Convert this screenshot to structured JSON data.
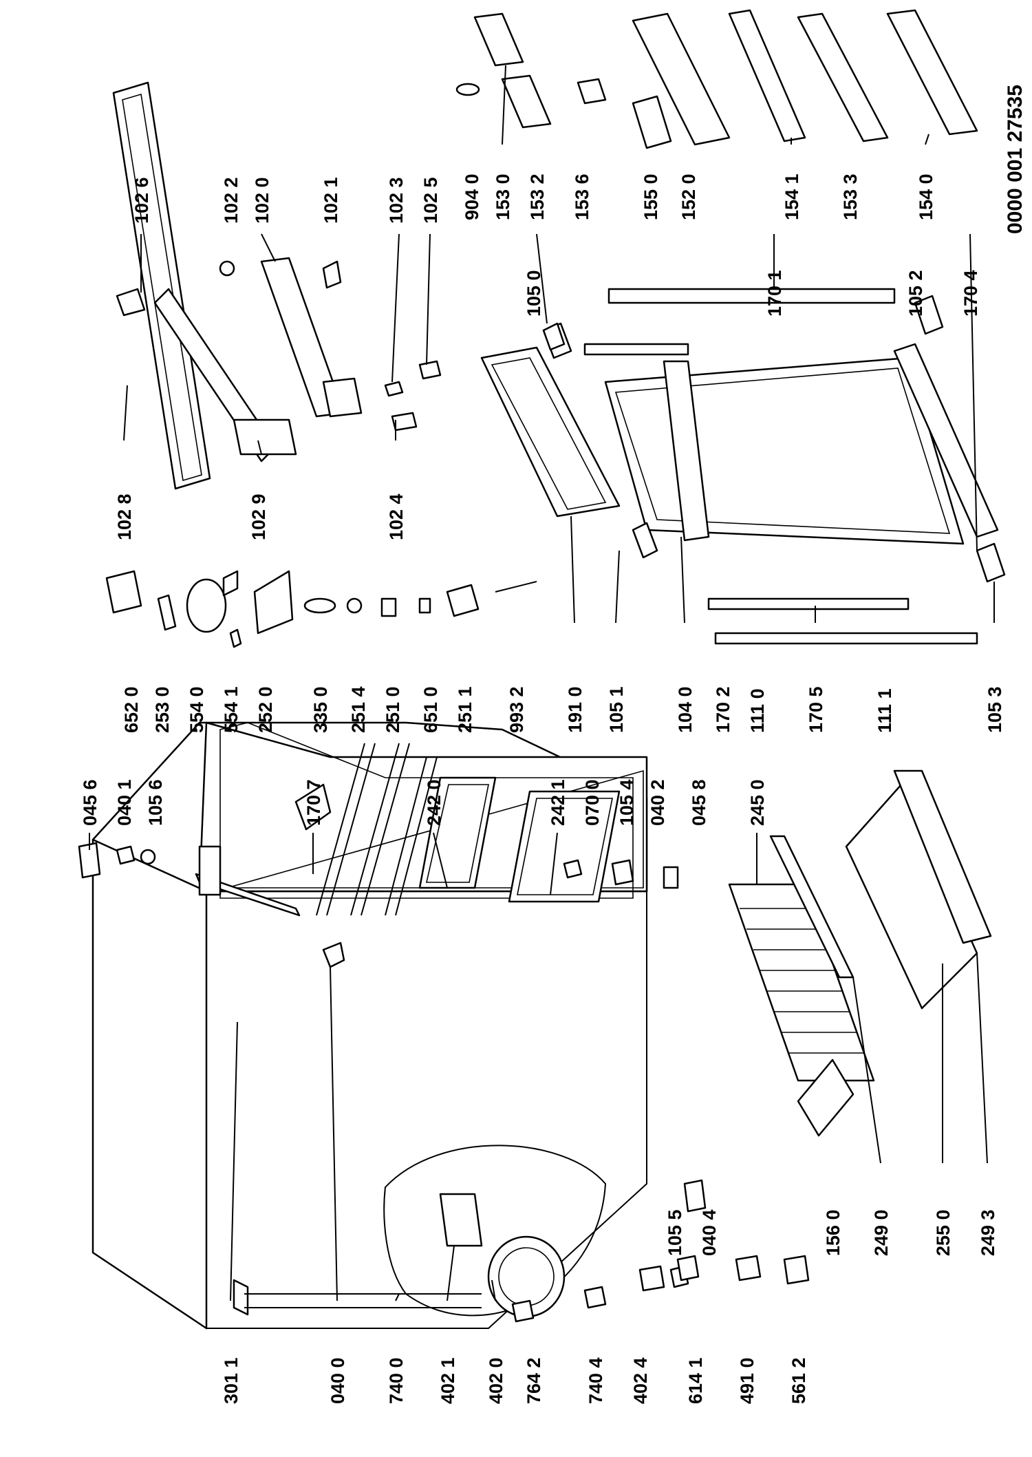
{
  "document_id": "0000 001 27535",
  "labels": {
    "p3011": "301 1",
    "p0400": "040 0",
    "p7400": "740 0",
    "p4021": "402 1",
    "p4020": "402 0",
    "p7642": "764 2",
    "p7404": "740 4",
    "p4024": "402 4",
    "p6141": "614 1",
    "p4910": "491 0",
    "p5612": "561 2",
    "p0456": "045 6",
    "p0401": "040 1",
    "p1056": "105 6",
    "p1707": "170 7",
    "p2420": "242 0",
    "p2421": "242 1",
    "p0700": "070 0",
    "p1054": "105 4",
    "p0402": "040 2",
    "p0458": "045 8",
    "p2450": "245 0",
    "p1055": "105 5",
    "p0404": "040 4",
    "p1560": "156 0",
    "p2490": "249 0",
    "p2550": "255 0",
    "p2493": "249 3",
    "p6520": "652 0",
    "p2530": "253 0",
    "p5540": "554 0",
    "p5541": "554 1",
    "p2520": "252 0",
    "p3350": "335 0",
    "p2514": "251 4",
    "p2510": "251 0",
    "p6510": "651 0",
    "p2511": "251 1",
    "p9932": "993 2",
    "p1910": "191 0",
    "p1051": "105 1",
    "p1040": "104 0",
    "p1702": "170 2",
    "p1110": "111 0",
    "p1705": "170 5",
    "p1111": "111 1",
    "p1053": "105 3",
    "p1028": "102 8",
    "p1029": "102 9",
    "p1024": "102 4",
    "p1026": "102 6",
    "p1022": "102 2",
    "p1020": "102 0",
    "p1021": "102 1",
    "p1023": "102 3",
    "p1025": "102 5",
    "p1050": "105 0",
    "p1701": "170 1",
    "p1052": "105 2",
    "p1704": "170 4",
    "p9040": "904 0",
    "p1530": "153 0",
    "p1532": "153 2",
    "p1536": "153 6",
    "p1550": "155 0",
    "p1520": "152 0",
    "p1541": "154 1",
    "p1533": "153 3",
    "p1540": "154 0"
  }
}
